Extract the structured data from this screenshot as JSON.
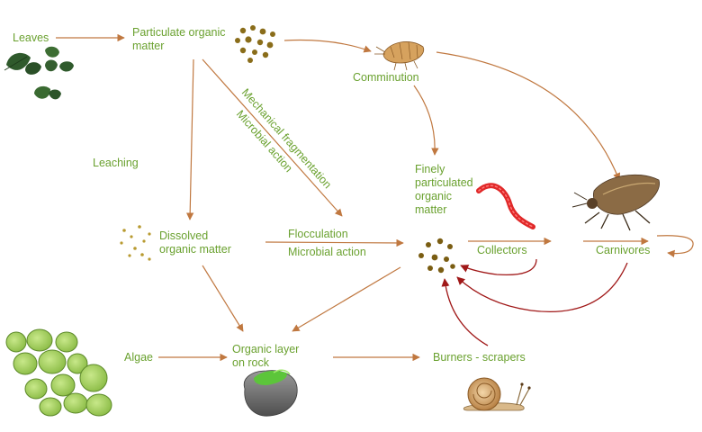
{
  "diagram": {
    "labels": {
      "leaves": "Leaves",
      "pom_line1": "Particulate organic",
      "pom_line2": "matter",
      "comminution": "Comminution",
      "mech_fragmentation": "Mechanical fragmentation",
      "microbial_action_diag": "Microbial action",
      "leaching": "Leaching",
      "finely_line1": "Finely",
      "finely_line2": "particulated",
      "finely_line3": "organic",
      "finely_line4": "matter",
      "dom_line1": "Dissolved",
      "dom_line2": "organic matter",
      "flocculation": "Flocculation",
      "microbial_action": "Microbial action",
      "collectors": "Collectors",
      "carnivores": "Carnivores",
      "algae": "Algae",
      "organic_layer_line1": "Organic layer",
      "organic_layer_line2": "on rock",
      "burners_scrapers": "Burners - scrapers"
    },
    "colors": {
      "label_text": "#6aa12f",
      "flow_arrow": "#c07840",
      "feedback_arrow": "#a01818",
      "particles": "#8a6d1a",
      "algae": "#9ccc54",
      "worm": "#e02828"
    },
    "icons": [
      "leaf-icon",
      "particles-icon",
      "amphipod-icon",
      "worm-icon",
      "insect-icon",
      "algae-cells-icon",
      "rock-icon",
      "snail-icon"
    ]
  }
}
